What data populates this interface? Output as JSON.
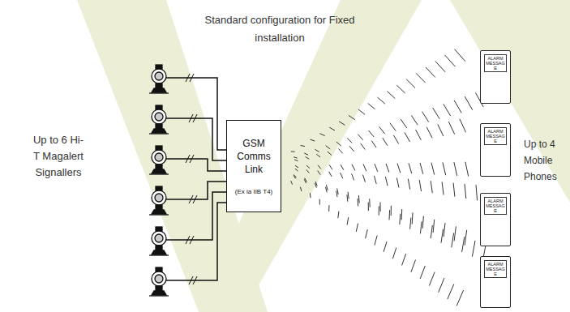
{
  "diagram": {
    "title": "Standard configuration for Fixed installation",
    "nodes": [
      {
        "text": [
          "GSM Comms Link",
          "(Ex ia IIB T4)"
        ]
      },
      {
        "text": [
          "ALARM MESSAGE"
        ]
      },
      {
        "text": [
          "ALARM MESSAGE"
        ]
      },
      {
        "text": [
          "ALARM MESSAGE"
        ]
      },
      {
        "text": [
          "ALARM MESSAGE"
        ]
      }
    ],
    "labels": [
      "Up to 6 Hi-T Magalert Signallers",
      "Up to 4 Mobile Phones"
    ]
  }
}
